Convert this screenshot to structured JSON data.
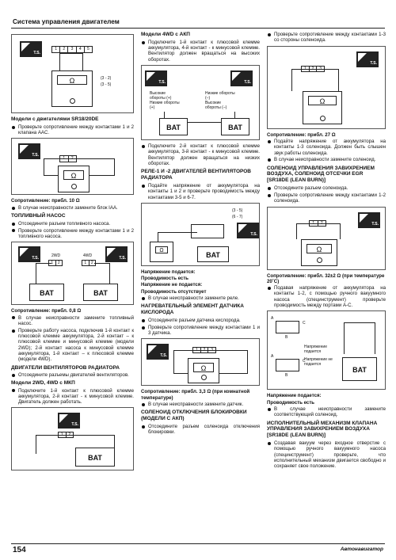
{
  "header": {
    "title": "Система управления двигателем"
  },
  "col1": {
    "fig1_pins": [
      "1",
      "2",
      "3",
      "4",
      "5"
    ],
    "fig1_right_labels": [
      "(3 - 2)",
      "(3 - 5)"
    ],
    "sec1_title": "Модели с двигателями SR18/20DE",
    "sec1_bullets": [
      "Проверьте сопротивление между контактами 1 и 2 клапана AAC."
    ],
    "fig2_pins": [
      "1",
      "2"
    ],
    "sec1_spec": "Сопротивление: прибл. 10 Ω",
    "sec1_bullets2": [
      "В случае неисправности замените блок IAA."
    ],
    "sec2_title": "ТОПЛИВНЫЙ НАСОС",
    "sec2_bullets": [
      "Отсоедините разъем топливного насоса.",
      "Проверьте сопротивление между контактами 1 и 2 топливного насоса."
    ],
    "fig3_labels": [
      "2WD",
      "4WD",
      "BAT"
    ],
    "sec2_spec": "Сопротивление: прибл. 0,8 Ω",
    "sec2_bullets2": [
      "В случае неисправности замените топливный насос.",
      "Проверьте работу насоса, подключив 1-й контакт к плюсовой клемме аккумулятора, 2-й контакт – к плюсовой клемме и минусовой клемме (модели 2WD); 2-й контакт насоса к минусовой клемме аккумулятора, 1-й контакт – к плюсовой клемме (модели 4WD)."
    ],
    "sec3_title": "ДВИГАТЕЛИ ВЕНТИЛЯТОРОВ РАДИАТОРА",
    "sec3_bullets": [
      "Отсоедините разъемы двигателей вентиляторов."
    ],
    "sec3_sub": "Модели 2WD, 4WD с МКП",
    "sec3_bullets2": [
      "Подключите 1-й контакт к плюсовой клемме аккумулятора, 2-й контакт - к минусовой клемме. Двигатель должен работать."
    ],
    "fig4_labels": [
      "1",
      "2",
      "BAT"
    ]
  },
  "col2": {
    "sec1_sub": "Модели 4WD с АКП",
    "sec1_bullets": [
      "Подключите 1-й контакт к плюсовой клемме аккумулятора, 4-й контакт - к минусовой клемме. Вентилятор должен вращаться на высоких оборотах."
    ],
    "fig1_labels": [
      "Высокие обороты (+)",
      "Низкие обороты (+)",
      "Низкие обороты (–)",
      "Высокие обороты (–)",
      "T.S.",
      "T.S.",
      "BAT"
    ],
    "sec1_bullets2": [
      "Подключите 2-й контакт к плюсовой клемме аккумулятора, 3-й контакт - к минусовой клемме. Вентилятор должен вращаться на низких оборотах."
    ],
    "sec2_title": "РЕЛЕ-1 И -2 ДВИГАТЕЛЕЙ ВЕНТИЛЯТОРОВ РАДИАТОРА",
    "sec2_bullets": [
      "Подайте напряжение от аккумулятора на контакты 1 и 2 и проверьте проводимость между контактами 3-5 и 6-7."
    ],
    "fig2_labels": [
      "(3 - 5)",
      "(6 - 7)",
      "T.S.",
      "BAT"
    ],
    "sec2_res": [
      "Напряжение подается:",
      "Проводимость есть",
      "Напряжение не подается:",
      "Проводимость отсутствует"
    ],
    "sec2_bullets2": [
      "В случае неисправности замените реле."
    ],
    "sec3_title": "НАГРЕВАТЕЛЬНЫЙ ЭЛЕМЕНТ ДАТЧИКА КИСЛОРОДА",
    "sec3_bullets": [
      "Отсоедините разъем датчика кислорода.",
      "Проверьте сопротивление между контактами 1 и 3 датчика."
    ],
    "fig3_pins": [
      "1",
      "2",
      "3"
    ],
    "sec3_spec": "Сопротивление: прибл. 3,3 Ω (при комнатной температуре)",
    "sec3_bullets2": [
      "В случае неисправности замените датчик."
    ],
    "sec4_title": "СОЛЕНОИД ОТКЛЮЧЕНИЯ БЛОКИРОВКИ (МОДЕЛИ С АКП)",
    "sec4_bullets": [
      "Отсоедините разъем соленоида отключения блокировки."
    ]
  },
  "col3": {
    "sec1_bullets": [
      "Проверьте сопротивление между контактами 1-3 со стороны соленоида."
    ],
    "fig1_labels": [
      "1",
      "2",
      "3",
      "T.S."
    ],
    "sec1_spec": "Сопротивление: прибл. 27 Ω",
    "sec1_bullets2": [
      "Подайте напряжение от аккумулятора на контакты 1-3 соленоида. Должен быть слышен звук работы соленоида.",
      "В случае неисправности замените соленоид."
    ],
    "sec2_title": "СОЛЕНОИД УПРАВЛЕНИЯ ЗАВИХРЕНИЕМ ВОЗДУХА, СОЛЕНОИД ОТСЕЧКИ EGR [SR18DE (LEAN BURN)]",
    "sec2_bullets": [
      "Отсоедините разъем соленоида.",
      "Проверьте сопротивление между контактами 1-2 соленоида."
    ],
    "fig2_labels": [
      "1",
      "2",
      "T.S."
    ],
    "sec2_spec": "Сопротивление: прибл. 32±2 Ω (при температуре 20˚C)",
    "sec2_bullets2": [
      "Подавая напряжение от аккумулятора на контакты 1-2, с помощью ручного вакуумного насоса (специнструмент) проверьте проводимость между портами А-С."
    ],
    "fig3_labels": [
      "Напряжение подается",
      "Напряжение не подается",
      "A",
      "B",
      "C",
      "A",
      "B",
      "C",
      "BAT"
    ],
    "sec2_res": [
      "Напряжение подается:",
      "Проводимость есть"
    ],
    "sec2_bullets3": [
      "В случае неисправности замените соответствующий соленоид."
    ],
    "sec3_title": "ИСПОЛНИТЕЛЬНЫЙ МЕХАНИЗМ КЛАПАНА УПРАВЛЕНИЯ ЗАВИХРЕНИЕМ ВОЗДУХА [SR18DE (LEAN BURN)]",
    "sec3_bullets": [
      "Создавая вакуум через входное отверстие с помощью ручного вакуумного насоса (специнструмент) проверьте, что исполнительный механизм двигается свободно и сохраняет свое положение."
    ]
  },
  "footer": {
    "page": "154",
    "publisher": "Автонавигатор"
  }
}
